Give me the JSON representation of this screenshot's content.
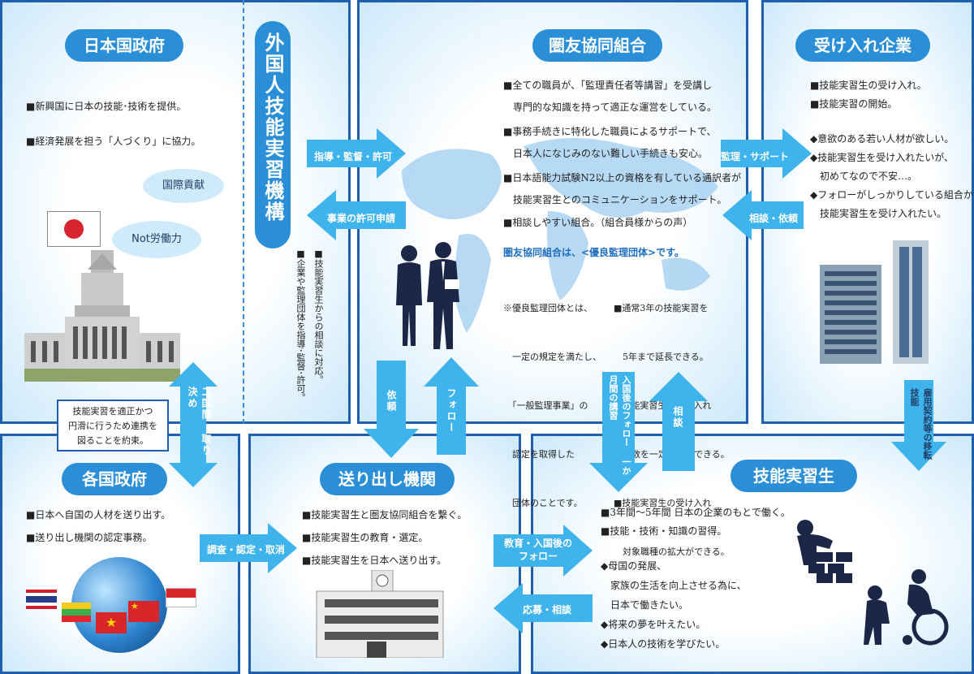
{
  "japan_gov": {
    "title": "日本国政府",
    "lines": [
      "■新興国に日本の技能･技術を提供。",
      "■経済発展を担う「人づくり」に協力。"
    ],
    "bubble1": "国際貢献",
    "bubble2": "Not労働力"
  },
  "kiko": {
    "title": "外国人技能実習機構",
    "note1": "■技能実習生からの相談に対応。",
    "note2": "■企業や監理団体を指導･監督･許可。"
  },
  "kumiai": {
    "title": "圏友協同組合",
    "lines": [
      "■全ての職員が、「監理責任者等講習」を受講し",
      "　専門的な知識を持って適正な運営をしている。",
      "■事務手続きに特化した職員によるサポートで、",
      "　日本人になじみのない難しい手続きも安心。",
      "■日本語能力試験N2以上の資格を有している通訳者が",
      "　技能実習生とのコミュニケーションをサポート。",
      "■相談しやすい組合。（組合員様からの声）"
    ],
    "highlight": "圏友協同組合は、<優良監理団体>です。",
    "note_left": [
      "※優良監理団体とは、",
      "　一定の規定を満たし、",
      "　「一般監理事業」の",
      "　認定を取得した",
      "　団体のことです。"
    ],
    "note_right": [
      "■通常3年の技能実習を",
      "　5年まで延長できる。",
      "■技能実習生の受け入れ",
      "　人数を一定数拡大できる。",
      "■技能実習生の受け入れ",
      "　対象職種の拡大ができる。"
    ]
  },
  "company": {
    "title": "受け入れ企業",
    "lines": [
      "■技能実習生の受け入れ。",
      "■技能実習の開始。"
    ],
    "wishes": [
      "◆意欲のある若い人材が欲しい。",
      "◆技能実習生を受け入れたいが、",
      "　初めてなので不安…。",
      "◆フォローがしっかりしている組合から",
      "　技能実習生を受け入れたい。"
    ]
  },
  "foreign_gov": {
    "title": "各国政府",
    "lines": [
      "■日本へ自国の人材を送り出す。",
      "■送り出し機関の認定事務。"
    ]
  },
  "sending": {
    "title": "送り出し機関",
    "lines": [
      "■技能実習生と圏友協同組合を繋ぐ。",
      "■技能実習生の教育・選定。",
      "■技能実習生を日本へ送り出す。"
    ]
  },
  "trainee": {
    "title": "技能実習生",
    "lines": [
      "■3年間～5年間 日本の企業のもとで働く。",
      "■技能・技術・知識の習得。"
    ],
    "wishes": [
      "◆母国の発展、",
      "　家族の生活を向上させる為に、",
      "　日本で働きたい。",
      "◆将来の夢を叶えたい。",
      "◆日本人の技術を学びたい。"
    ]
  },
  "agreement_box": [
    "技能実習を適正かつ",
    "円滑に行うため連携を",
    "図ることを約束。"
  ],
  "arrows": {
    "guidance": "指導・監督・許可",
    "permit_apply": "事業の許可申請",
    "supervise_support": "監理・サポート",
    "consult_request": "相談・依頼",
    "bilateral": "二国間 取り決め",
    "request": "依頼",
    "follow": "フォロー",
    "after_entry": "入国後のフォロー 一か月間の講習",
    "consult": "相談",
    "transfer": "雇用契約等の移転技能",
    "survey": "調査・認定・取消",
    "education_1": "教育・入国後の",
    "education_2": "フォロー",
    "apply_consult": "応募・相談"
  },
  "colors": {
    "border": "#1f5fae",
    "pill": "#2a8fd6",
    "arrow": "#3fb4ec",
    "highlight": "#1f6fc0"
  }
}
